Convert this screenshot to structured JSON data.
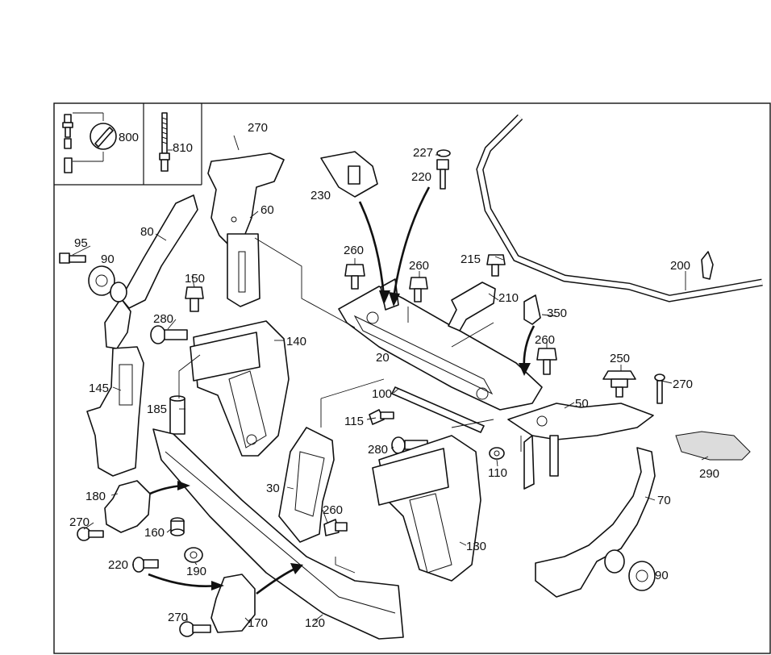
{
  "diagram": {
    "legend": [
      {
        "id": "legend-800",
        "text": "800"
      },
      {
        "id": "legend-810",
        "text": "810"
      }
    ],
    "callouts": [
      {
        "id": "c-270a",
        "text": "270"
      },
      {
        "id": "c-60",
        "text": "60"
      },
      {
        "id": "c-80",
        "text": "80"
      },
      {
        "id": "c-95",
        "text": "95"
      },
      {
        "id": "c-90a",
        "text": "90"
      },
      {
        "id": "c-150",
        "text": "150"
      },
      {
        "id": "c-280a",
        "text": "280"
      },
      {
        "id": "c-140",
        "text": "140"
      },
      {
        "id": "c-145",
        "text": "145"
      },
      {
        "id": "c-185",
        "text": "185"
      },
      {
        "id": "c-230",
        "text": "230"
      },
      {
        "id": "c-227",
        "text": "227"
      },
      {
        "id": "c-220a",
        "text": "220"
      },
      {
        "id": "c-260a",
        "text": "260"
      },
      {
        "id": "c-260b",
        "text": "260"
      },
      {
        "id": "c-215",
        "text": "215"
      },
      {
        "id": "c-210",
        "text": "210"
      },
      {
        "id": "c-200",
        "text": "200"
      },
      {
        "id": "c-350",
        "text": "350"
      },
      {
        "id": "c-260c",
        "text": "260"
      },
      {
        "id": "c-20",
        "text": "20"
      },
      {
        "id": "c-250",
        "text": "250"
      },
      {
        "id": "c-270b",
        "text": "270"
      },
      {
        "id": "c-100",
        "text": "100"
      },
      {
        "id": "c-50",
        "text": "50"
      },
      {
        "id": "c-115",
        "text": "115"
      },
      {
        "id": "c-280b",
        "text": "280"
      },
      {
        "id": "c-110",
        "text": "110"
      },
      {
        "id": "c-290",
        "text": "290"
      },
      {
        "id": "c-180",
        "text": "180"
      },
      {
        "id": "c-30",
        "text": "30"
      },
      {
        "id": "c-270c",
        "text": "270"
      },
      {
        "id": "c-160",
        "text": "160"
      },
      {
        "id": "c-260d",
        "text": "260"
      },
      {
        "id": "c-70",
        "text": "70"
      },
      {
        "id": "c-220b",
        "text": "220"
      },
      {
        "id": "c-190",
        "text": "190"
      },
      {
        "id": "c-130",
        "text": "130"
      },
      {
        "id": "c-90b",
        "text": "90"
      },
      {
        "id": "c-270d",
        "text": "270"
      },
      {
        "id": "c-170",
        "text": "170"
      },
      {
        "id": "c-120",
        "text": "120"
      }
    ]
  }
}
